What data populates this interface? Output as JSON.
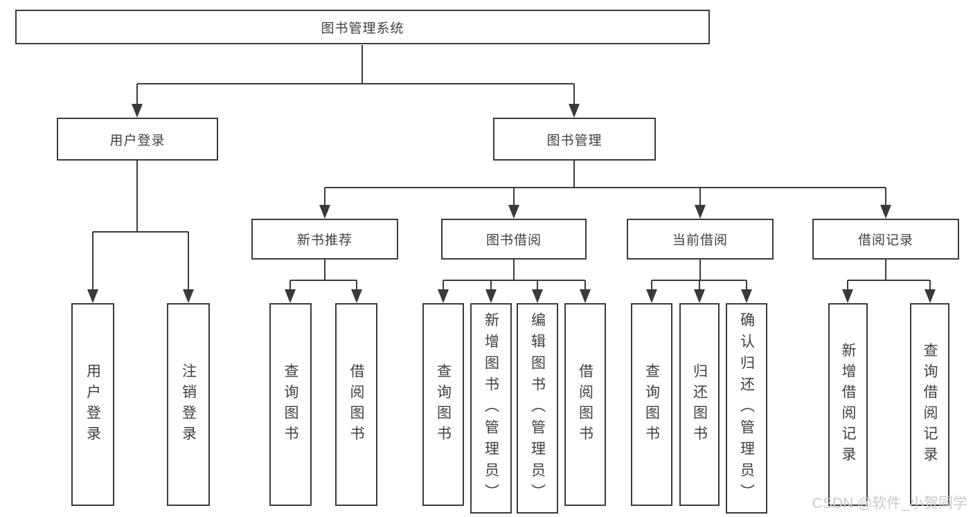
{
  "nodes": {
    "root": "图书管理系统",
    "user_login": "用户登录",
    "book_mgmt": "图书管理",
    "new_book_rec": "新书推荐",
    "book_borrow": "图书借阅",
    "current_borrow": "当前借阅",
    "borrow_record": "借阅记录",
    "leaf_user_login": "用户登录",
    "leaf_logout": "注销登录",
    "leaf_rec_query": "查询图书",
    "leaf_rec_borrow": "借阅图书",
    "leaf_bb_query": "查询图书",
    "leaf_bb_add": "新增图书（管理员）",
    "leaf_bb_edit": "编辑图书（管理员）",
    "leaf_bb_borrow": "借阅图书",
    "leaf_cb_query": "查询图书",
    "leaf_cb_return": "归还图书",
    "leaf_cb_confirm": "确认归还（管理员）",
    "leaf_br_add": "新增借阅记录",
    "leaf_br_query": "查询借阅记录"
  },
  "hierarchy": {
    "root": "图书管理系统",
    "children": [
      {
        "label": "用户登录",
        "children": [
          "用户登录",
          "注销登录"
        ]
      },
      {
        "label": "图书管理",
        "children": [
          {
            "label": "新书推荐",
            "children": [
              "查询图书",
              "借阅图书"
            ]
          },
          {
            "label": "图书借阅",
            "children": [
              "查询图书",
              "新增图书（管理员）",
              "编辑图书（管理员）",
              "借阅图书"
            ]
          },
          {
            "label": "当前借阅",
            "children": [
              "查询图书",
              "归还图书",
              "确认归还（管理员）"
            ]
          },
          {
            "label": "借阅记录",
            "children": [
              "新增借阅记录",
              "查询借阅记录"
            ]
          }
        ]
      }
    ]
  },
  "watermark": "CSDN @软件_小贺同学",
  "colors": {
    "line": "#3a3a3a",
    "box_border": "#3a3a3a",
    "text": "#3f3f3f",
    "background": "#ffffff",
    "watermark": "#c9c9c9"
  }
}
